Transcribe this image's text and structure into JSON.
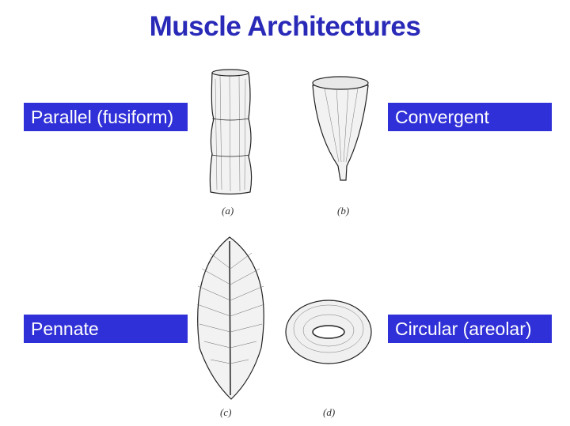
{
  "title": "Muscle Architectures",
  "labels": {
    "parallel": "Parallel (fusiform)",
    "convergent": "Convergent",
    "pennate": "Pennate",
    "circular": "Circular (areolar)"
  },
  "captions": {
    "a": "(a)",
    "b": "(b)",
    "c": "(c)",
    "d": "(d)"
  },
  "colors": {
    "title": "#2a2ab8",
    "label_bg": "#3030d8"
  }
}
